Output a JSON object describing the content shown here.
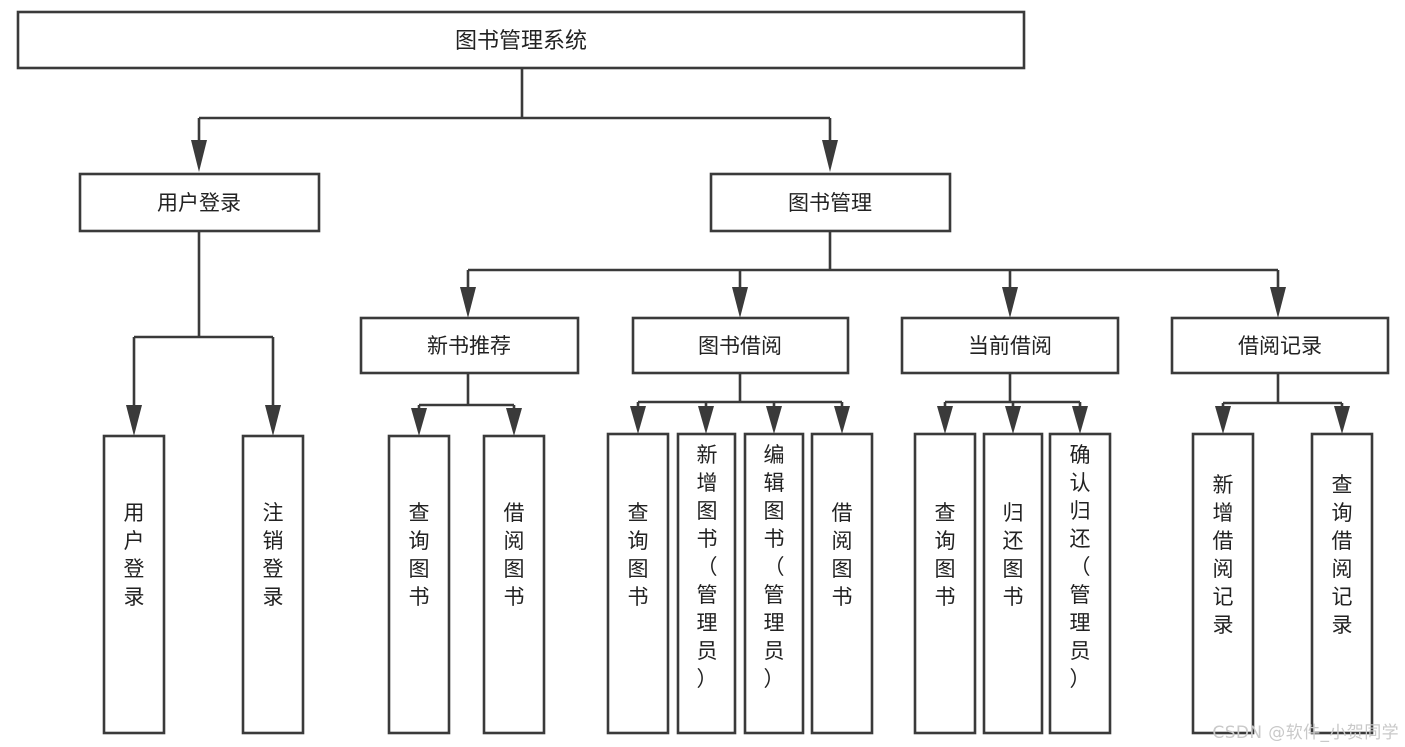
{
  "diagram": {
    "title": "图书管理系统",
    "type": "tree",
    "watermark": "CSDN @软件_小贺同学",
    "colors": {
      "box_stroke": "#3a3a3a",
      "box_fill": "#ffffff",
      "text": "#222222",
      "watermark": "#c9c9c9",
      "background": "#ffffff"
    },
    "nodes": {
      "root": "图书管理系统",
      "level1": [
        "用户登录",
        "图书管理"
      ],
      "level2": [
        "新书推荐",
        "图书借阅",
        "当前借阅",
        "借阅记录"
      ],
      "leaves_user_login": [
        "用户登录",
        "注销登录"
      ],
      "leaves_new_book": [
        "查询图书",
        "借阅图书"
      ],
      "leaves_borrow": [
        "查询图书",
        "新增图书（管理员）",
        "编辑图书（管理员）",
        "借阅图书"
      ],
      "leaves_current": [
        "查询图书",
        "归还图书",
        "确认归还（管理员）"
      ],
      "leaves_records": [
        "新增借阅记录",
        "查询借阅记录"
      ]
    },
    "edges": [
      {
        "from": "图书管理系统",
        "to": "用户登录"
      },
      {
        "from": "图书管理系统",
        "to": "图书管理"
      },
      {
        "from": "图书管理",
        "to": "新书推荐"
      },
      {
        "from": "图书管理",
        "to": "图书借阅"
      },
      {
        "from": "图书管理",
        "to": "当前借阅"
      },
      {
        "from": "图书管理",
        "to": "借阅记录"
      },
      {
        "from": "用户登录",
        "to": "用户登录"
      },
      {
        "from": "用户登录",
        "to": "注销登录"
      },
      {
        "from": "新书推荐",
        "to": "查询图书"
      },
      {
        "from": "新书推荐",
        "to": "借阅图书"
      },
      {
        "from": "图书借阅",
        "to": "查询图书"
      },
      {
        "from": "图书借阅",
        "to": "新增图书（管理员）"
      },
      {
        "from": "图书借阅",
        "to": "编辑图书（管理员）"
      },
      {
        "from": "图书借阅",
        "to": "借阅图书"
      },
      {
        "from": "当前借阅",
        "to": "查询图书"
      },
      {
        "from": "当前借阅",
        "to": "归还图书"
      },
      {
        "from": "当前借阅",
        "to": "确认归还（管理员）"
      },
      {
        "from": "借阅记录",
        "to": "新增借阅记录"
      },
      {
        "from": "借阅记录",
        "to": "查询借阅记录"
      }
    ]
  }
}
